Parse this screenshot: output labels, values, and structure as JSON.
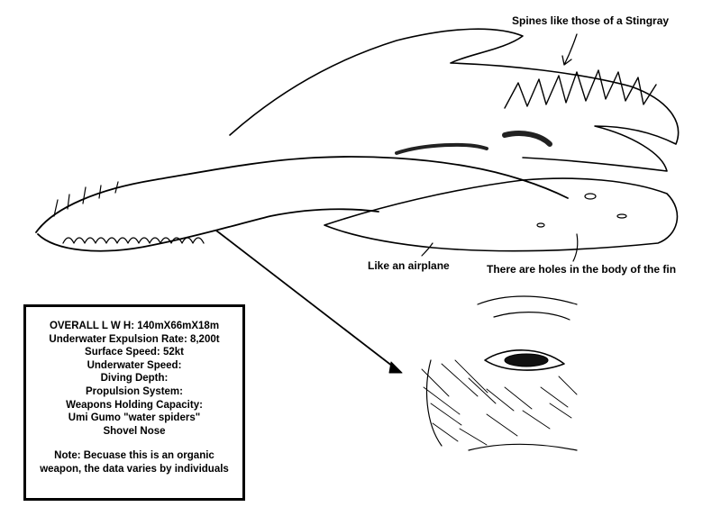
{
  "annotations": {
    "spines": "Spines like those of a Stingray",
    "airplane": "Like an airplane",
    "holes": "There are holes in the body of the fin"
  },
  "specs": {
    "lines": [
      "OVERALL L W H: 140mX66mX18m",
      "Underwater Expulsion Rate: 8,200t",
      "Surface Speed: 52kt",
      "Underwater Speed:",
      "Diving Depth:",
      "Propulsion System:",
      "Weapons Holding Capacity:",
      "Umi Gumo \"water spiders\"",
      "Shovel Nose"
    ],
    "note_line1": "Note: Becuase this is an organic",
    "note_line2": "weapon, the data varies by individuals"
  }
}
